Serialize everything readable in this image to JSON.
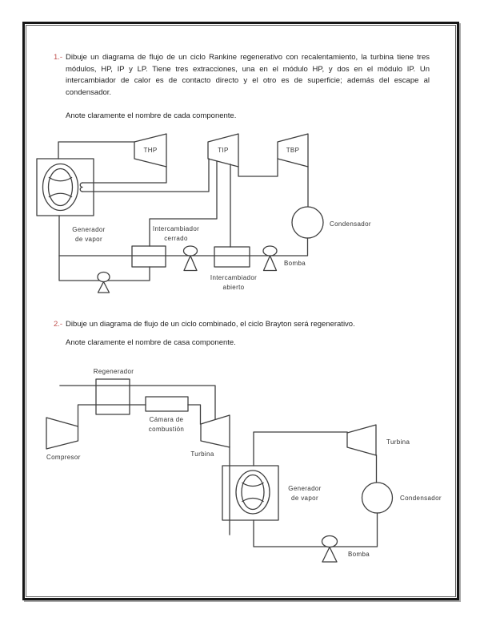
{
  "colors": {
    "accent_number": "#c0504d",
    "ink": "#3f3f3f"
  },
  "exercises": [
    {
      "number": "1.-",
      "text": "Dibuje un diagrama de flujo de un ciclo Rankine regenerativo con recalentamiento, la turbina tiene tres módulos, HP, IP y LP. Tiene tres extracciones, una en el módulo HP, y dos en el módulo IP. Un intercambiador de calor es de contacto directo y el otro es de superficie; además del escape al condensador.",
      "note": "Anote claramente el nombre de cada componente."
    },
    {
      "number": "2.-",
      "text": "Dibuje un diagrama de flujo de un ciclo combinado, el ciclo Brayton será regenerativo.",
      "note": "Anote claramente el nombre de casa componente."
    }
  ],
  "diagram1": {
    "labels": {
      "turbine_hp": "THP",
      "turbine_ip": "TIP",
      "turbine_lp": "TBP",
      "condenser": "Condensador",
      "steam_generator": "Generador\nde vapor",
      "closed_heater": "Intercambiador\ncerrado",
      "open_heater": "Intercambiador\nabierto",
      "pump": "Bomba"
    }
  },
  "diagram2": {
    "labels": {
      "regenerator": "Regenerador",
      "combustion_chamber": "Cámara de\ncombustión",
      "compressor": "Compresor",
      "gas_turbine": "Turbina",
      "steam_generator": "Generador\nde vapor",
      "steam_turbine": "Turbina",
      "condenser": "Condensador",
      "pump": "Bomba"
    }
  }
}
